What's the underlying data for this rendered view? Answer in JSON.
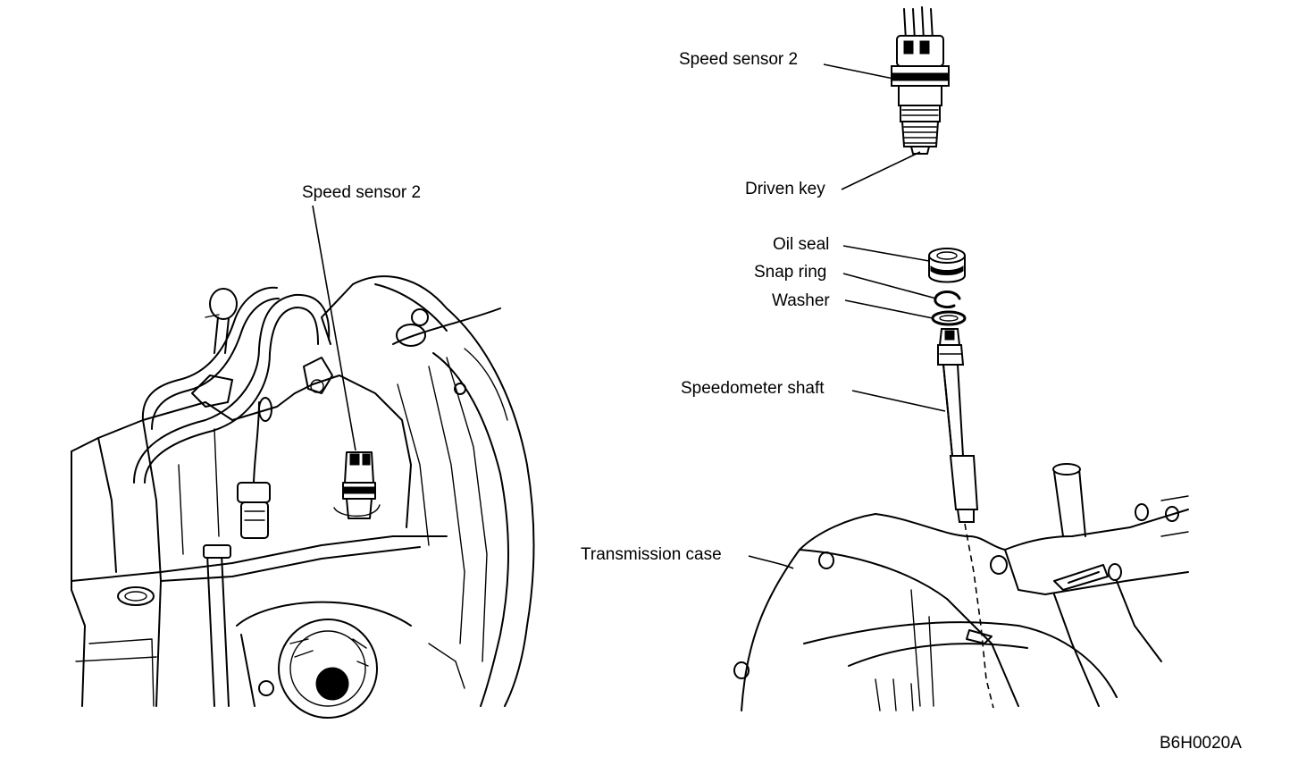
{
  "labels": {
    "left_speed_sensor": "Speed sensor 2",
    "right_speed_sensor": "Speed sensor 2",
    "driven_key": "Driven key",
    "oil_seal": "Oil seal",
    "snap_ring": "Snap ring",
    "washer": "Washer",
    "speedometer_shaft": "Speedometer shaft",
    "transmission_case": "Transmission case",
    "figure_code": "B6H0020A"
  }
}
